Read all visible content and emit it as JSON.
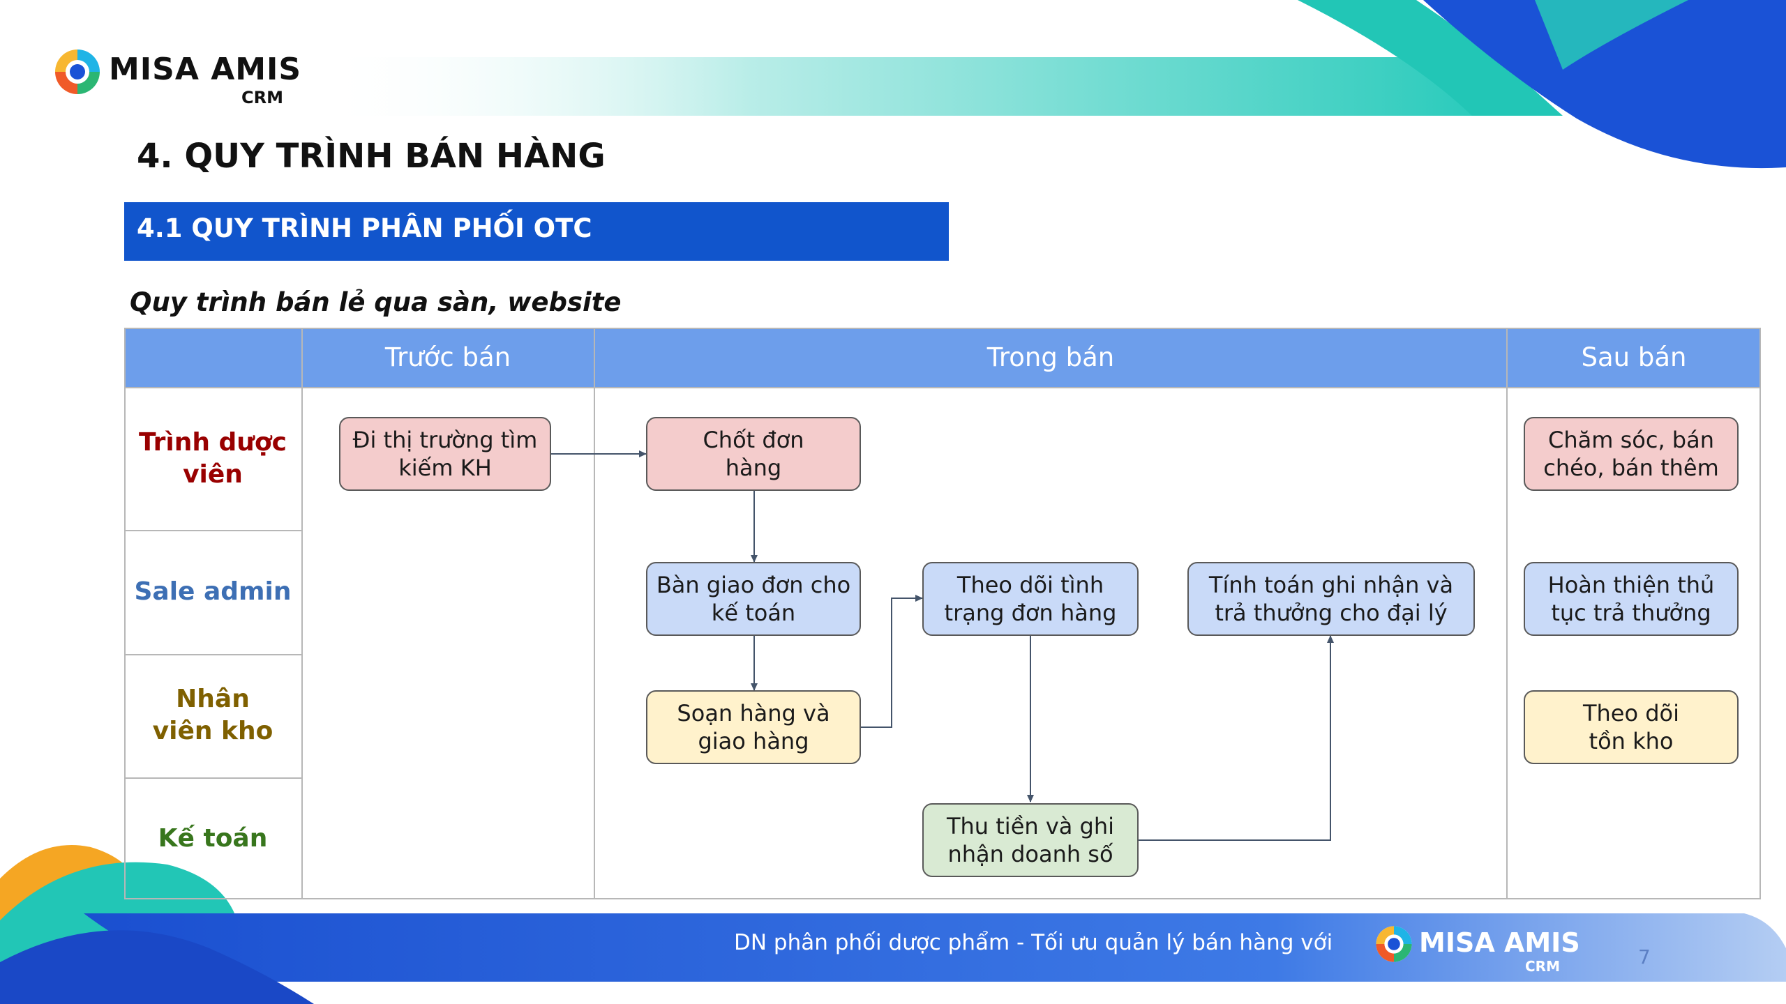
{
  "brand": {
    "name": "MISA AMIS",
    "product": "CRM"
  },
  "page_title": "4. QUY TRÌNH BÁN HÀNG",
  "section_title": "4.1 QUY TRÌNH PHÂN PHỐI OTC",
  "subtitle": "Quy trình bán lẻ qua sàn, website",
  "phases": [
    "Trước bán",
    "Trong bán",
    "Sau bán"
  ],
  "lanes": [
    {
      "label": "Trình dược viên",
      "color": "#990000"
    },
    {
      "label": "Sale admin",
      "color": "#3d6fb4"
    },
    {
      "label": "Nhân viên kho",
      "color": "#7f6000"
    },
    {
      "label": "Kế toán",
      "color": "#38761d"
    }
  ],
  "nodes": [
    {
      "id": "di-thi-truong",
      "label": "Đi thị trường tìm kiếm KH",
      "lane": "Trình dược viên",
      "phase": "Trước bán",
      "fill": "#f4cccc"
    },
    {
      "id": "chot-don",
      "label": "Chốt đơn hàng",
      "lane": "Trình dược viên",
      "phase": "Trong bán",
      "fill": "#f4cccc"
    },
    {
      "id": "ban-giao",
      "label": "Bàn giao đơn cho kế toán",
      "lane": "Sale admin",
      "phase": "Trong bán",
      "fill": "#c9daf8"
    },
    {
      "id": "soan-hang",
      "label": "Soạn hàng và giao hàng",
      "lane": "Nhân viên kho",
      "phase": "Trong bán",
      "fill": "#fff2cc"
    },
    {
      "id": "theo-doi-don",
      "label": "Theo dõi tình trạng đơn hàng",
      "lane": "Sale admin",
      "phase": "Trong bán",
      "fill": "#c9daf8"
    },
    {
      "id": "thu-tien",
      "label": "Thu tiền và ghi nhận doanh số",
      "lane": "Kế toán",
      "phase": "Trong bán",
      "fill": "#d9ead3"
    },
    {
      "id": "tinh-toan",
      "label": "Tính toán ghi nhận và trả thưởng cho đại lý",
      "lane": "Sale admin",
      "phase": "Trong bán",
      "fill": "#c9daf8"
    },
    {
      "id": "cham-soc",
      "label": "Chăm sóc, bán chéo, bán thêm",
      "lane": "Trình dược viên",
      "phase": "Sau bán",
      "fill": "#f4cccc"
    },
    {
      "id": "hoan-thien",
      "label": "Hoàn thiện thủ tục trả thưởng",
      "lane": "Sale admin",
      "phase": "Sau bán",
      "fill": "#c9daf8"
    },
    {
      "id": "theo-doi-kho",
      "label": "Theo dõi tồn kho",
      "lane": "Nhân viên kho",
      "phase": "Sau bán",
      "fill": "#fff2cc"
    }
  ],
  "edges": [
    {
      "from": "Đi thị trường tìm kiếm KH",
      "to": "Chốt đơn hàng"
    },
    {
      "from": "Chốt đơn hàng",
      "to": "Bàn giao đơn cho kế toán"
    },
    {
      "from": "Bàn giao đơn cho kế toán",
      "to": "Soạn hàng và giao hàng"
    },
    {
      "from": "Soạn hàng và giao hàng",
      "to": "Theo dõi tình trạng đơn hàng"
    },
    {
      "from": "Theo dõi tình trạng đơn hàng",
      "to": "Thu tiền và ghi nhận doanh số"
    },
    {
      "from": "Thu tiền và ghi nhận doanh số",
      "to": "Tính toán ghi nhận và trả thưởng cho đại lý"
    }
  ],
  "footer": {
    "text": "DN phân phối dược phẩm - Tối ưu quản lý bán hàng với",
    "page_number": "7"
  },
  "colors": {
    "header": "#6d9eeb",
    "section_bar": "#1155cc",
    "teal": "#2ec4b6",
    "navy": "#1a56db"
  }
}
